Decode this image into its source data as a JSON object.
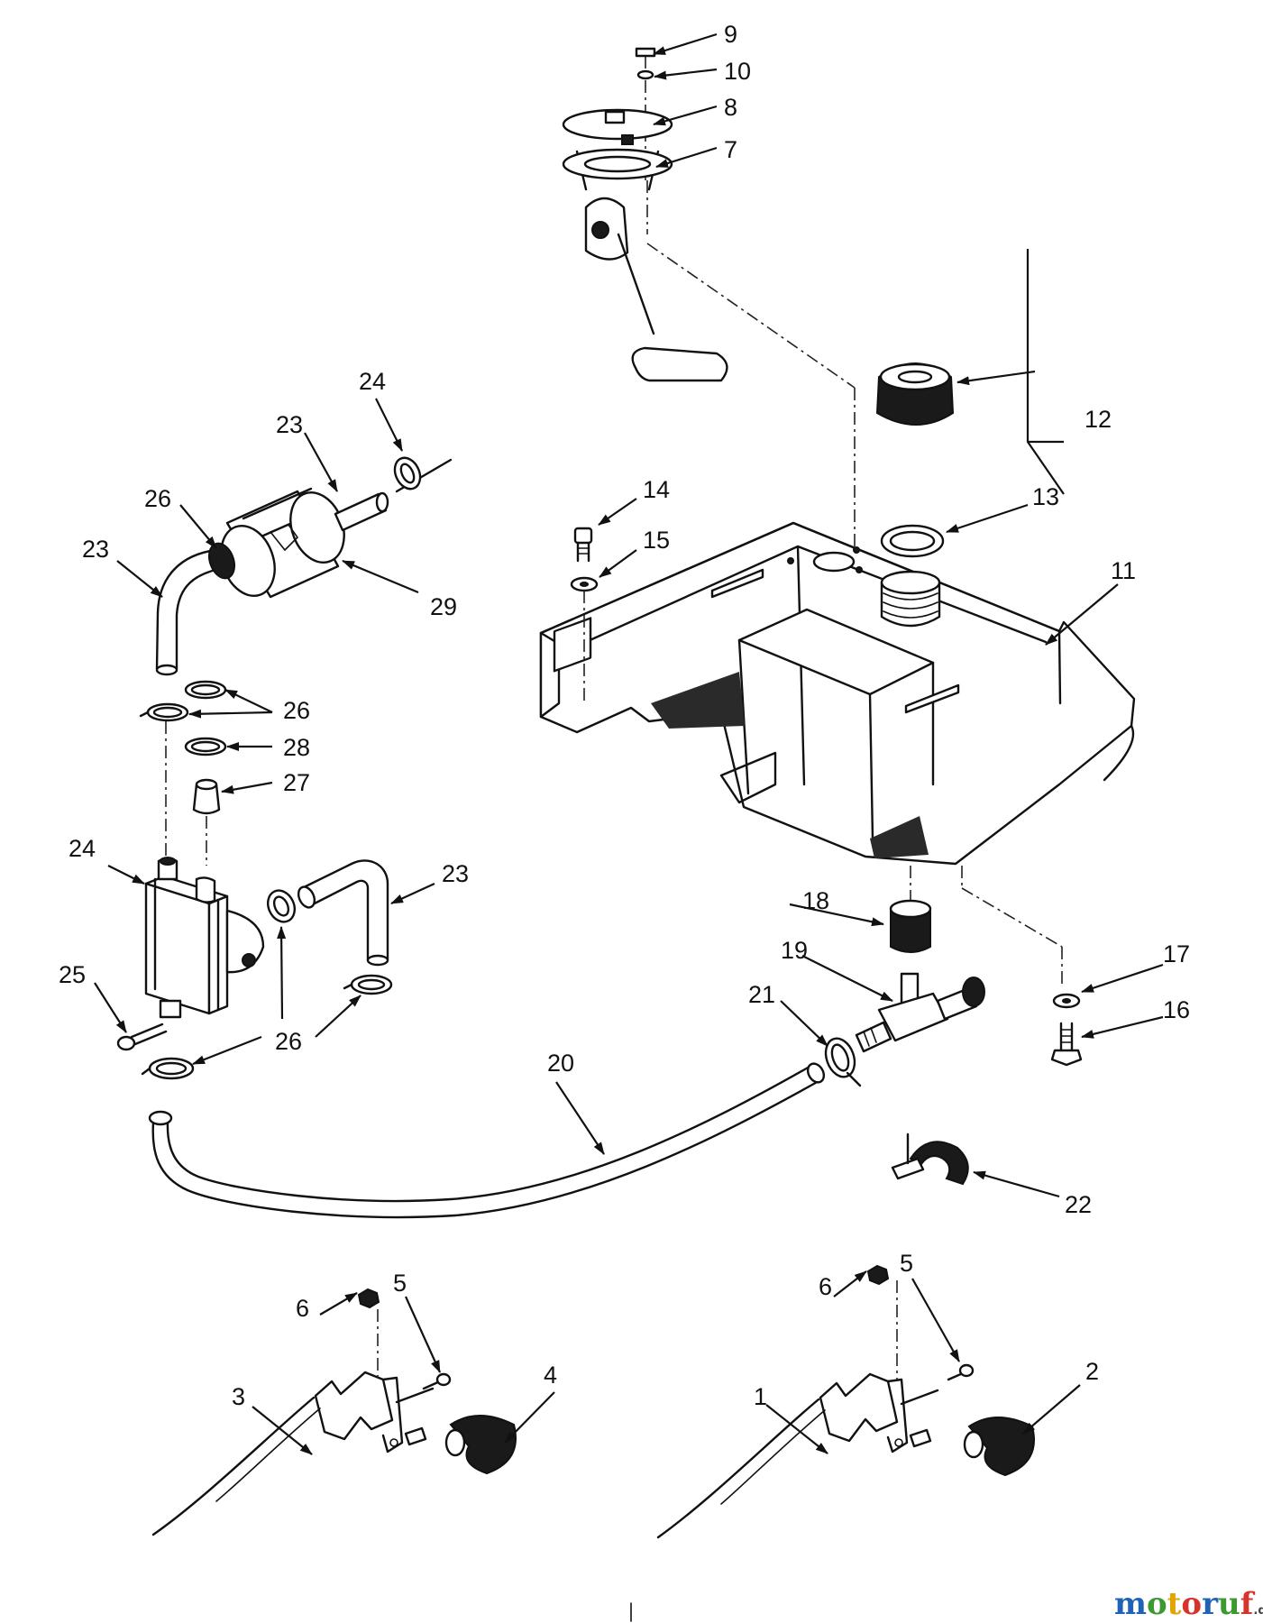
{
  "callouts": {
    "c1": "1",
    "c2": "2",
    "c3": "3",
    "c4": "4",
    "c5a": "5",
    "c5b": "5",
    "c6a": "6",
    "c6b": "6",
    "c7": "7",
    "c8": "8",
    "c9": "9",
    "c10": "10",
    "c11": "11",
    "c12": "12",
    "c13": "13",
    "c14": "14",
    "c15": "15",
    "c16": "16",
    "c17": "17",
    "c18": "18",
    "c19": "19",
    "c20": "20",
    "c21": "21",
    "c22": "22",
    "c23a": "23",
    "c23b": "23",
    "c23c": "23",
    "c24a": "24",
    "c24b": "24",
    "c25": "25",
    "c26a": "26",
    "c26b": "26",
    "c26c": "26",
    "c27": "27",
    "c28": "28",
    "c29": "29"
  },
  "logo": {
    "letters": [
      "m",
      "o",
      "t",
      "o",
      "r",
      "u",
      "f"
    ],
    "suffix": ".de",
    "colors": [
      "#1e63b5",
      "#3a9a2f",
      "#e2a400",
      "#d8322b",
      "#1e63b5",
      "#3a9a2f",
      "#d8322b"
    ]
  }
}
